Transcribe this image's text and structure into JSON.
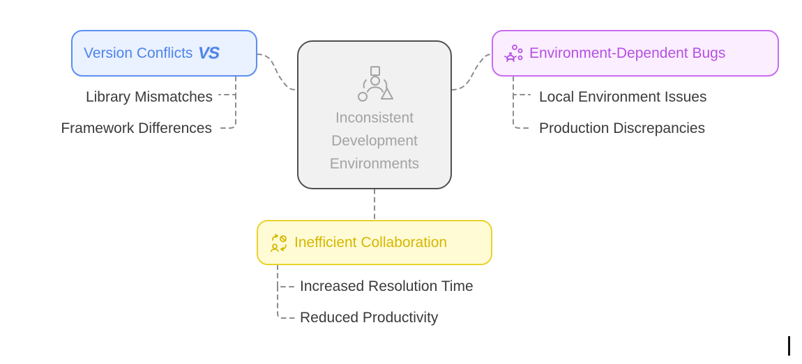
{
  "center": {
    "title": "Inconsistent Development Environments",
    "icon": "people-shapes-icon"
  },
  "branches": [
    {
      "label": "Version Conflicts",
      "icon": "vs-icon",
      "accent": "#4d83ea",
      "children": [
        "Library Mismatches",
        "Framework Differences"
      ]
    },
    {
      "label": "Environment-Dependent Bugs",
      "icon": "bugs-icon",
      "accent": "#b451e2",
      "children": [
        "Local Environment Issues",
        "Production Discrepancies"
      ]
    },
    {
      "label": "Inefficient Collaboration",
      "icon": "collaboration-icon",
      "accent": "#d5b700",
      "children": [
        "Increased Resolution Time",
        "Reduced Productivity"
      ]
    }
  ],
  "version_badge": "VS"
}
